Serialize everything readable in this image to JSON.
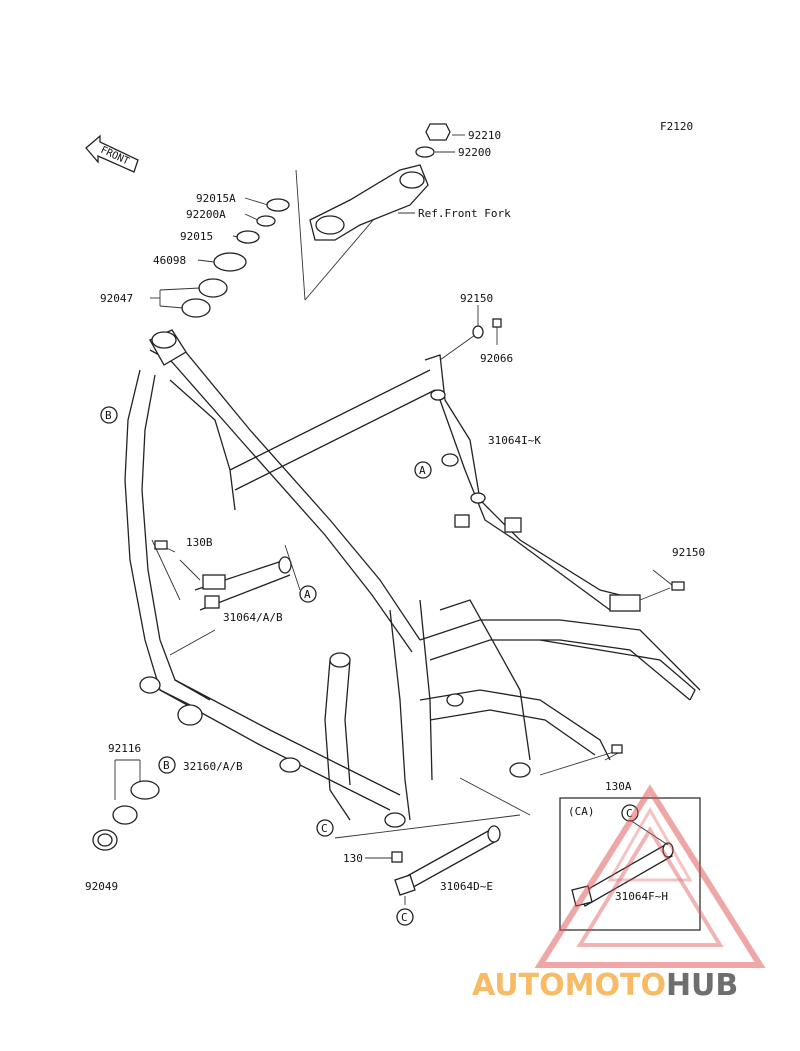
{
  "figure_code": "F2120",
  "front_marker": "FRONT",
  "ref_note": "Ref.Front Fork",
  "callouts": {
    "a": "A",
    "b": "B",
    "c": "C"
  },
  "inset_label": "(CA)",
  "parts": {
    "p92210": "92210",
    "p92200": "92200",
    "p92015A": "92015A",
    "p92200A": "92200A",
    "p92015": "92015",
    "p46098": "46098",
    "p92047": "92047",
    "p92150_top": "92150",
    "p92066": "92066",
    "p31064IK": "31064I~K",
    "p130B": "130B",
    "p31064AB": "31064/A/B",
    "p92150_right": "92150",
    "p92116": "92116",
    "p32160AB": "32160/A/B",
    "p92049": "92049",
    "p130": "130",
    "p31064DE": "31064D~E",
    "p130A": "130A",
    "p31064FH": "31064F~H"
  },
  "watermark": {
    "part1": "AUTOMOTO",
    "part2": "HUB",
    "color_orange": "#f5b04a",
    "color_red": "#e05050",
    "color_gray": "#555555"
  }
}
